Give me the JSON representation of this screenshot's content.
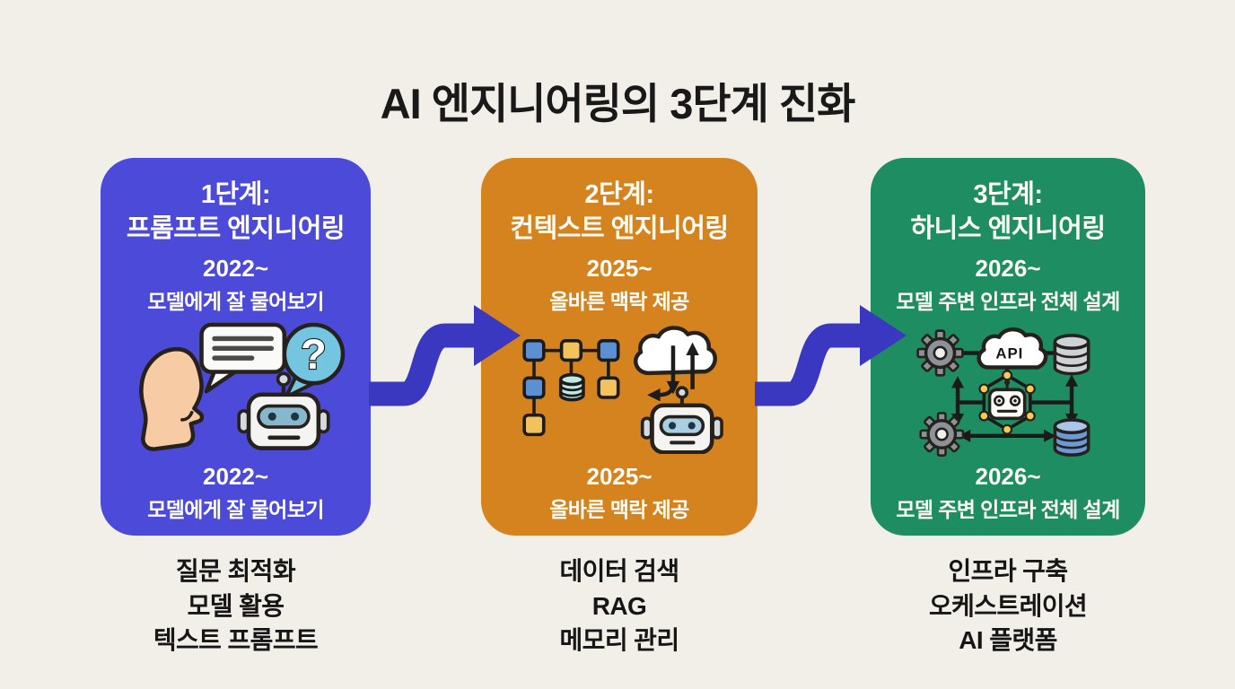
{
  "title": "AI 엔지니어링의 3단계 진화",
  "colors": {
    "background": "#f2efe9",
    "arrow": "#3a38c0",
    "stage1": "#4c4ad9",
    "stage2": "#d5831f",
    "stage3": "#1f8d62",
    "title_text": "#191919",
    "card_text": "#fdfcf7"
  },
  "icon_labels": {
    "question_mark": "?",
    "api": "API"
  },
  "stages": [
    {
      "heading_line1": "1단계:",
      "heading_line2": "프롬프트 엔지니어링",
      "period": "2022~",
      "description": "모델에게 잘 물어보기",
      "period_repeat": "2022~",
      "description_repeat": "모델에게 잘 물어보기",
      "icon": "human-ai-chat-icon",
      "color": "#4c4ad9",
      "bullets": [
        "질문 최적화",
        "모델 활용",
        "텍스트 프롬프트"
      ]
    },
    {
      "heading_line1": "2단계:",
      "heading_line2": "컨텍스트 엔지니어링",
      "period": "2025~",
      "description": "올바른 맥락 제공",
      "period_repeat": "2025~",
      "description_repeat": "올바른 맥락 제공",
      "icon": "context-pipeline-cloud-robot-icon",
      "color": "#d5831f",
      "bullets": [
        "데이터 검색",
        "RAG",
        "메모리 관리"
      ]
    },
    {
      "heading_line1": "3단계:",
      "heading_line2": "하니스 엔지니어링",
      "period": "2026~",
      "description": "모델 주변 인프라 전체 설계",
      "period_repeat": "2026~",
      "description_repeat": "모델 주변 인프라 전체 설계",
      "icon": "harness-infrastructure-icon",
      "color": "#1f8d62",
      "bullets": [
        "인프라 구축",
        "오케스트레이션",
        "AI 플랫폼"
      ]
    }
  ]
}
